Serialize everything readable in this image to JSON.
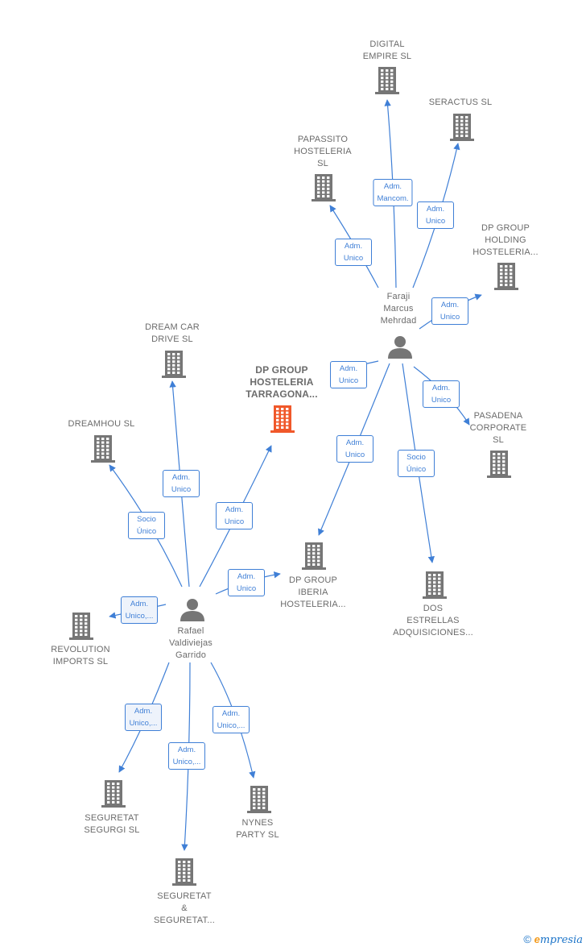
{
  "colors": {
    "edge": "#3f7fd6",
    "building": "#767676",
    "building_focal": "#f0582a",
    "person": "#767676",
    "label": "#6b6b6b"
  },
  "nodes": [
    {
      "id": "digital-empire",
      "type": "company",
      "label": "DIGITAL\nEMPIRE  SL"
    },
    {
      "id": "seractus",
      "type": "company",
      "label": "SERACTUS SL"
    },
    {
      "id": "papassito",
      "type": "company",
      "label": "PAPASSITO\nHOSTELERIA\nSL"
    },
    {
      "id": "dp-group-holding",
      "type": "company",
      "label": "DP GROUP\nHOLDING\nHOSTELERIA..."
    },
    {
      "id": "faraji",
      "type": "person",
      "label": "Faraji\nMarcus\nMehrdad"
    },
    {
      "id": "dream-car",
      "type": "company",
      "label": "DREAM CAR\nDRIVE  SL"
    },
    {
      "id": "dp-group-tarragona",
      "type": "company",
      "label": "DP GROUP\nHOSTELERIA\nTARRAGONA...",
      "focal": true
    },
    {
      "id": "dreamhou",
      "type": "company",
      "label": "DREAMHOU  SL"
    },
    {
      "id": "pasadena",
      "type": "company",
      "label": "PASADENA\nCORPORATE\nSL"
    },
    {
      "id": "dp-group-iberia",
      "type": "company",
      "label": "DP GROUP\nIBERIA\nHOSTELERIA..."
    },
    {
      "id": "dos-estrellas",
      "type": "company",
      "label": "DOS\nESTRELLAS\nADQUISICIONES..."
    },
    {
      "id": "rafael",
      "type": "person",
      "label": "Rafael\nValdiviejas\nGarrido"
    },
    {
      "id": "revolution",
      "type": "company",
      "label": "REVOLUTION\nIMPORTS  SL"
    },
    {
      "id": "seguretat-segurgi",
      "type": "company",
      "label": "SEGURETAT\nSEGURGI  SL"
    },
    {
      "id": "nynes",
      "type": "company",
      "label": "NYNES\nPARTY  SL"
    },
    {
      "id": "seguretat-seguretat",
      "type": "company",
      "label": "SEGURETAT\n&\nSEGURETAT..."
    }
  ],
  "edges": [
    {
      "from": "faraji",
      "to": "digital-empire",
      "label": "Adm.\nMancom."
    },
    {
      "from": "faraji",
      "to": "seractus",
      "label": "Adm.\nUnico"
    },
    {
      "from": "faraji",
      "to": "papassito",
      "label": "Adm.\nUnico"
    },
    {
      "from": "faraji",
      "to": "dp-group-holding",
      "label": "Adm.\nUnico"
    },
    {
      "from": "faraji",
      "to": "dp-group-tarragona",
      "label": "Adm.\nUnico"
    },
    {
      "from": "faraji",
      "to": "pasadena",
      "label": "Adm.\nUnico"
    },
    {
      "from": "faraji",
      "to": "dp-group-iberia",
      "label": "Adm.\nUnico"
    },
    {
      "from": "faraji",
      "to": "dos-estrellas",
      "label": "Socio\nÚnico"
    },
    {
      "from": "rafael",
      "to": "dream-car",
      "label": "Adm.\nUnico"
    },
    {
      "from": "rafael",
      "to": "dp-group-tarragona",
      "label": "Adm.\nUnico"
    },
    {
      "from": "rafael",
      "to": "dreamhou",
      "label": "Socio\nÚnico"
    },
    {
      "from": "rafael",
      "to": "dp-group-iberia",
      "label": "Adm.\nUnico"
    },
    {
      "from": "rafael",
      "to": "revolution",
      "label": "Adm.\nUnico,..."
    },
    {
      "from": "rafael",
      "to": "seguretat-segurgi",
      "label": "Adm.\nUnico,..."
    },
    {
      "from": "rafael",
      "to": "seguretat-seguretat",
      "label": "Adm.\nUnico,..."
    },
    {
      "from": "rafael",
      "to": "nynes",
      "label": "Adm.\nUnico,..."
    }
  ],
  "footer": {
    "copyright": "©",
    "brand_initial": "e",
    "brand_rest": "mpresia"
  }
}
